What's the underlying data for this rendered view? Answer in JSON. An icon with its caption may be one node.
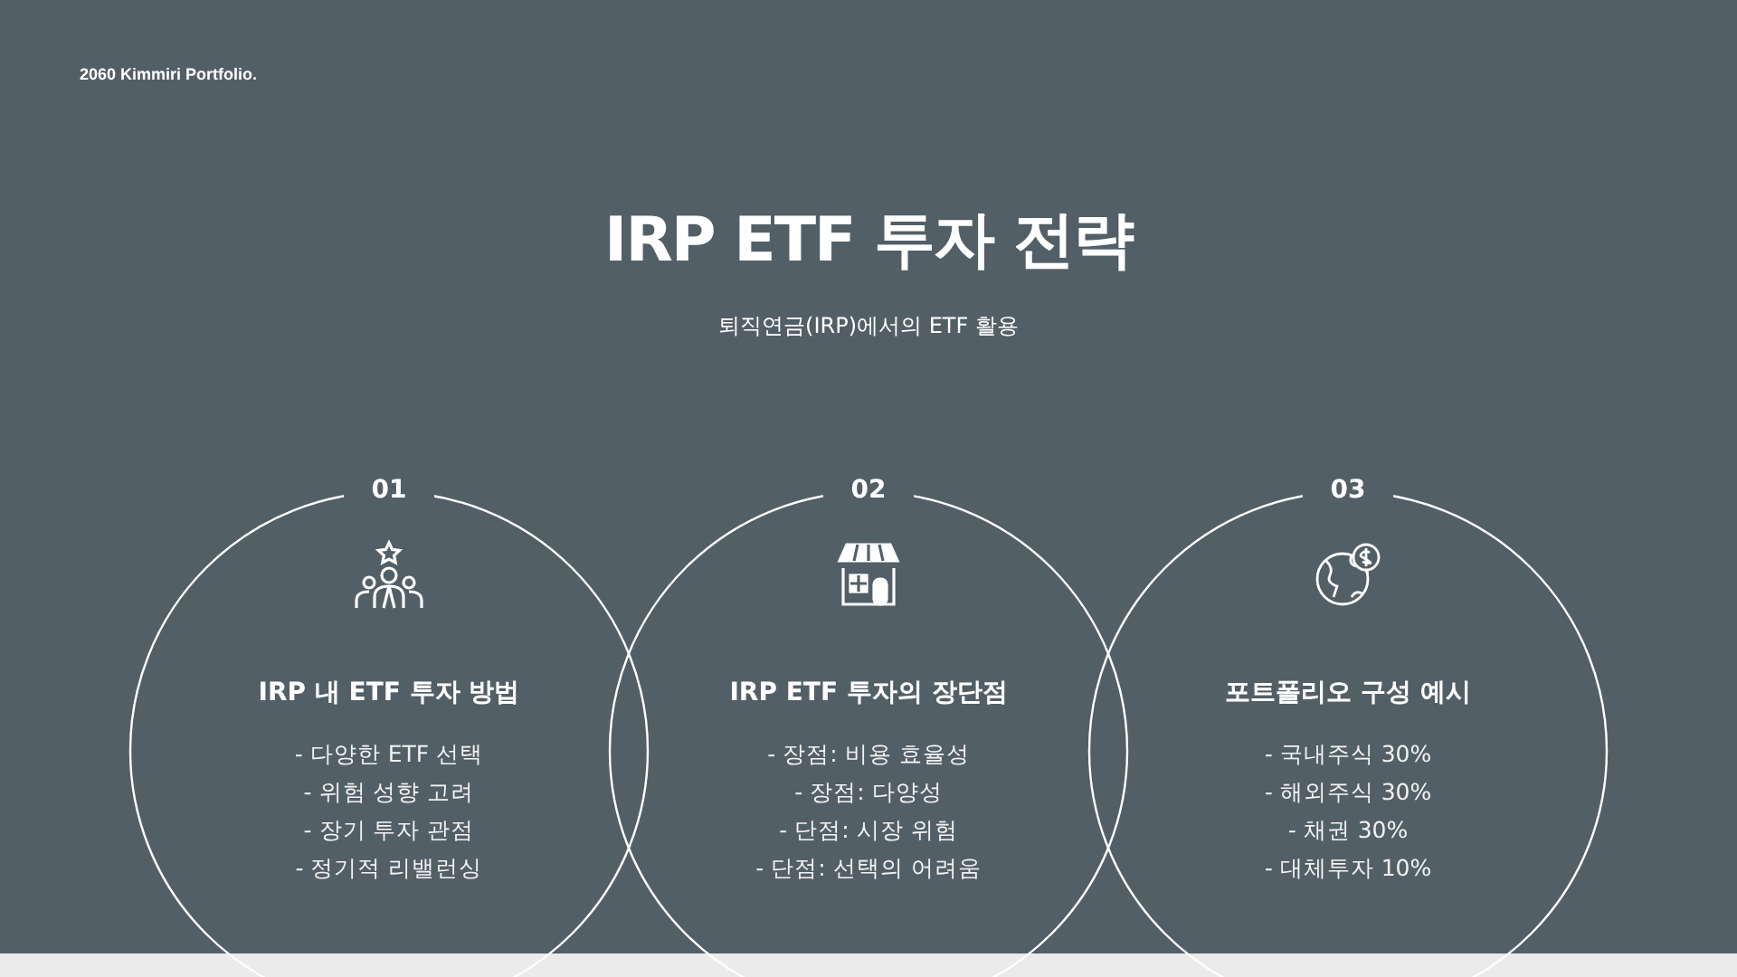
{
  "diagram": {
    "title": "IRP ETF 투자 전략",
    "caption": "퇴직연금(IRP)에서의 ETF 활용",
    "nodes": [
      {
        "text": [
          "01",
          "IRP 내 ETF 투자 방법",
          "- 다양한 ETF 선택",
          "- 위험 성향 고려",
          "- 장기 투자 관점",
          "- 정기적 리밸런싱"
        ]
      },
      {
        "text": [
          "02",
          "IRP ETF 투자의 장단점",
          "- 장점: 비용 효율성",
          "- 장점: 다양성",
          "- 단점: 시장 위험",
          "- 단점: 선택의 어려움"
        ]
      },
      {
        "text": [
          "03",
          "포트폴리오 구성 예시",
          "- 국내주식 30%",
          "- 해외주식 30%",
          "- 채권 30%",
          "- 대체투자 10%"
        ]
      }
    ],
    "labels": [
      "2060 Kimmiri Portfolio."
    ]
  }
}
